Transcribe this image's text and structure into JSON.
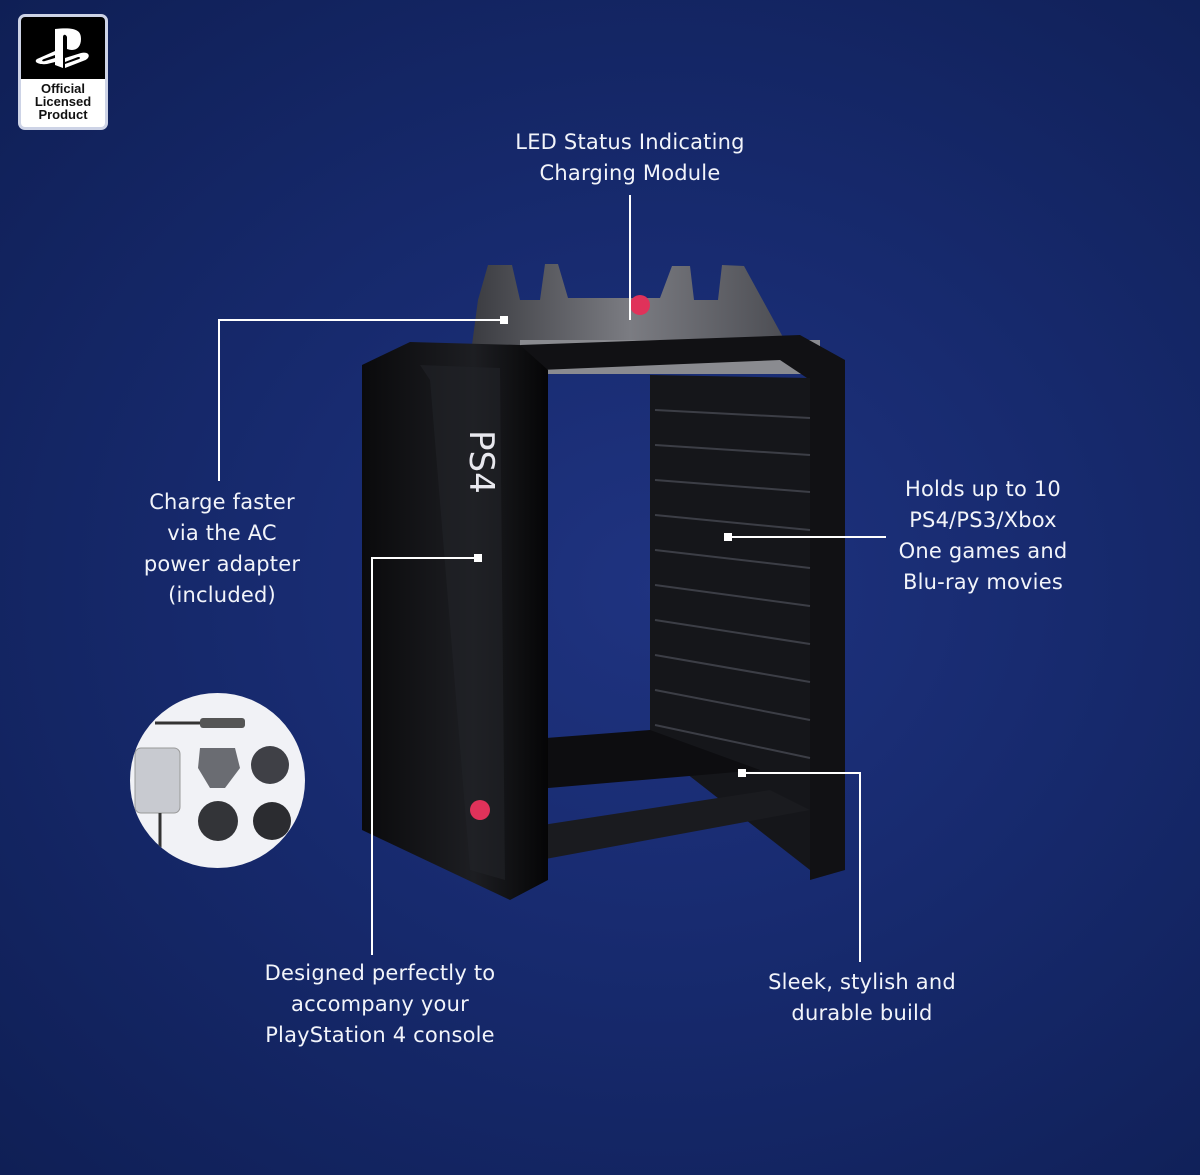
{
  "badge": {
    "lines": [
      "Official",
      "Licensed",
      "Product"
    ]
  },
  "callouts": {
    "led": [
      "LED Status Indicating",
      "Charging Module"
    ],
    "charge": [
      "Charge faster",
      "via the AC",
      "power adapter",
      "(included)"
    ],
    "holds": [
      "Holds up to 10",
      "PS4/PS3/Xbox",
      "One games and",
      "Blu-ray movies"
    ],
    "designed": [
      "Designed perfectly to",
      "accompany your",
      "PlayStation 4 console"
    ],
    "sleek": [
      "Sleek, stylish and",
      "durable build"
    ]
  },
  "product": {
    "side_text": "PS4"
  },
  "colors": {
    "background": "#172a6e",
    "text": "#ffffff",
    "accent": "#e0325a"
  }
}
